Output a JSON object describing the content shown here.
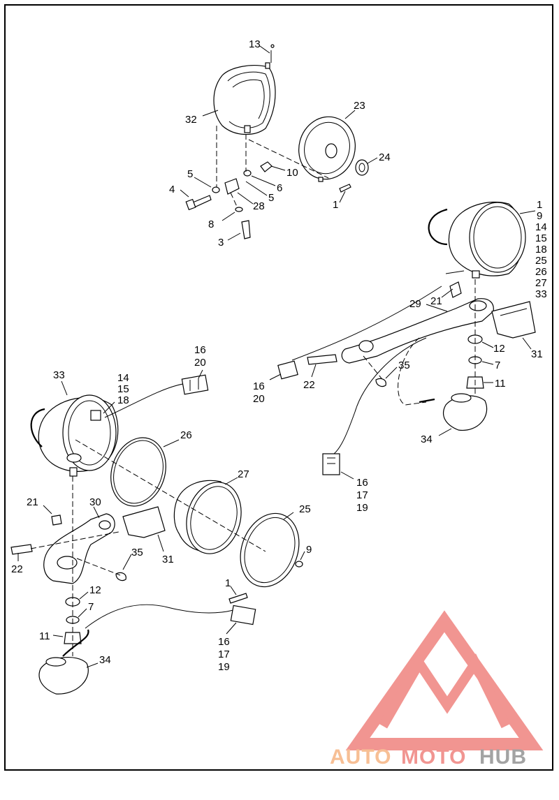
{
  "callouts": [
    {
      "id": "c13",
      "text": "13"
    },
    {
      "id": "c32",
      "text": "32"
    },
    {
      "id": "c23",
      "text": "23"
    },
    {
      "id": "c24",
      "text": "24"
    },
    {
      "id": "c5a",
      "text": "5"
    },
    {
      "id": "c4",
      "text": "4"
    },
    {
      "id": "c10",
      "text": "10"
    },
    {
      "id": "c6",
      "text": "6"
    },
    {
      "id": "c5b",
      "text": "5"
    },
    {
      "id": "c28",
      "text": "28"
    },
    {
      "id": "c1a",
      "text": "1"
    },
    {
      "id": "c8",
      "text": "8"
    },
    {
      "id": "c3",
      "text": "3"
    },
    {
      "id": "r1",
      "text": "1"
    },
    {
      "id": "r9",
      "text": "9"
    },
    {
      "id": "r14",
      "text": "14"
    },
    {
      "id": "r15",
      "text": "15"
    },
    {
      "id": "r18",
      "text": "18"
    },
    {
      "id": "r25",
      "text": "25"
    },
    {
      "id": "r26",
      "text": "26"
    },
    {
      "id": "r27",
      "text": "27"
    },
    {
      "id": "r33",
      "text": "33"
    },
    {
      "id": "c21a",
      "text": "21"
    },
    {
      "id": "c29",
      "text": "29"
    },
    {
      "id": "c12a",
      "text": "12"
    },
    {
      "id": "c31a",
      "text": "31"
    },
    {
      "id": "c7a",
      "text": "7"
    },
    {
      "id": "c35a",
      "text": "35"
    },
    {
      "id": "c22a",
      "text": "22"
    },
    {
      "id": "c11a",
      "text": "11"
    },
    {
      "id": "c16a",
      "text": "16"
    },
    {
      "id": "c20a",
      "text": "20"
    },
    {
      "id": "c34a",
      "text": "34"
    },
    {
      "id": "c16b",
      "text": "16"
    },
    {
      "id": "c17b",
      "text": "17"
    },
    {
      "id": "c19b",
      "text": "19"
    },
    {
      "id": "c16c",
      "text": "16"
    },
    {
      "id": "c20c",
      "text": "20"
    },
    {
      "id": "c33",
      "text": "33"
    },
    {
      "id": "c14",
      "text": "14"
    },
    {
      "id": "c15",
      "text": "15"
    },
    {
      "id": "c18",
      "text": "18"
    },
    {
      "id": "c26",
      "text": "26"
    },
    {
      "id": "c27",
      "text": "27"
    },
    {
      "id": "c21b",
      "text": "21"
    },
    {
      "id": "c30",
      "text": "30"
    },
    {
      "id": "c25",
      "text": "25"
    },
    {
      "id": "c22b",
      "text": "22"
    },
    {
      "id": "c35b",
      "text": "35"
    },
    {
      "id": "c31b",
      "text": "31"
    },
    {
      "id": "c9",
      "text": "9"
    },
    {
      "id": "c1b",
      "text": "1"
    },
    {
      "id": "c12b",
      "text": "12"
    },
    {
      "id": "c7b",
      "text": "7"
    },
    {
      "id": "c11b",
      "text": "11"
    },
    {
      "id": "c16d",
      "text": "16"
    },
    {
      "id": "c17d",
      "text": "17"
    },
    {
      "id": "c19d",
      "text": "19"
    },
    {
      "id": "c34b",
      "text": "34"
    }
  ],
  "watermark": {
    "part1": "AUTO",
    "part2": "MOTO",
    "part3": "HUB",
    "color_orange": "#f7b98a",
    "color_red": "#f08a86",
    "color_gray": "#9a9a9a"
  }
}
